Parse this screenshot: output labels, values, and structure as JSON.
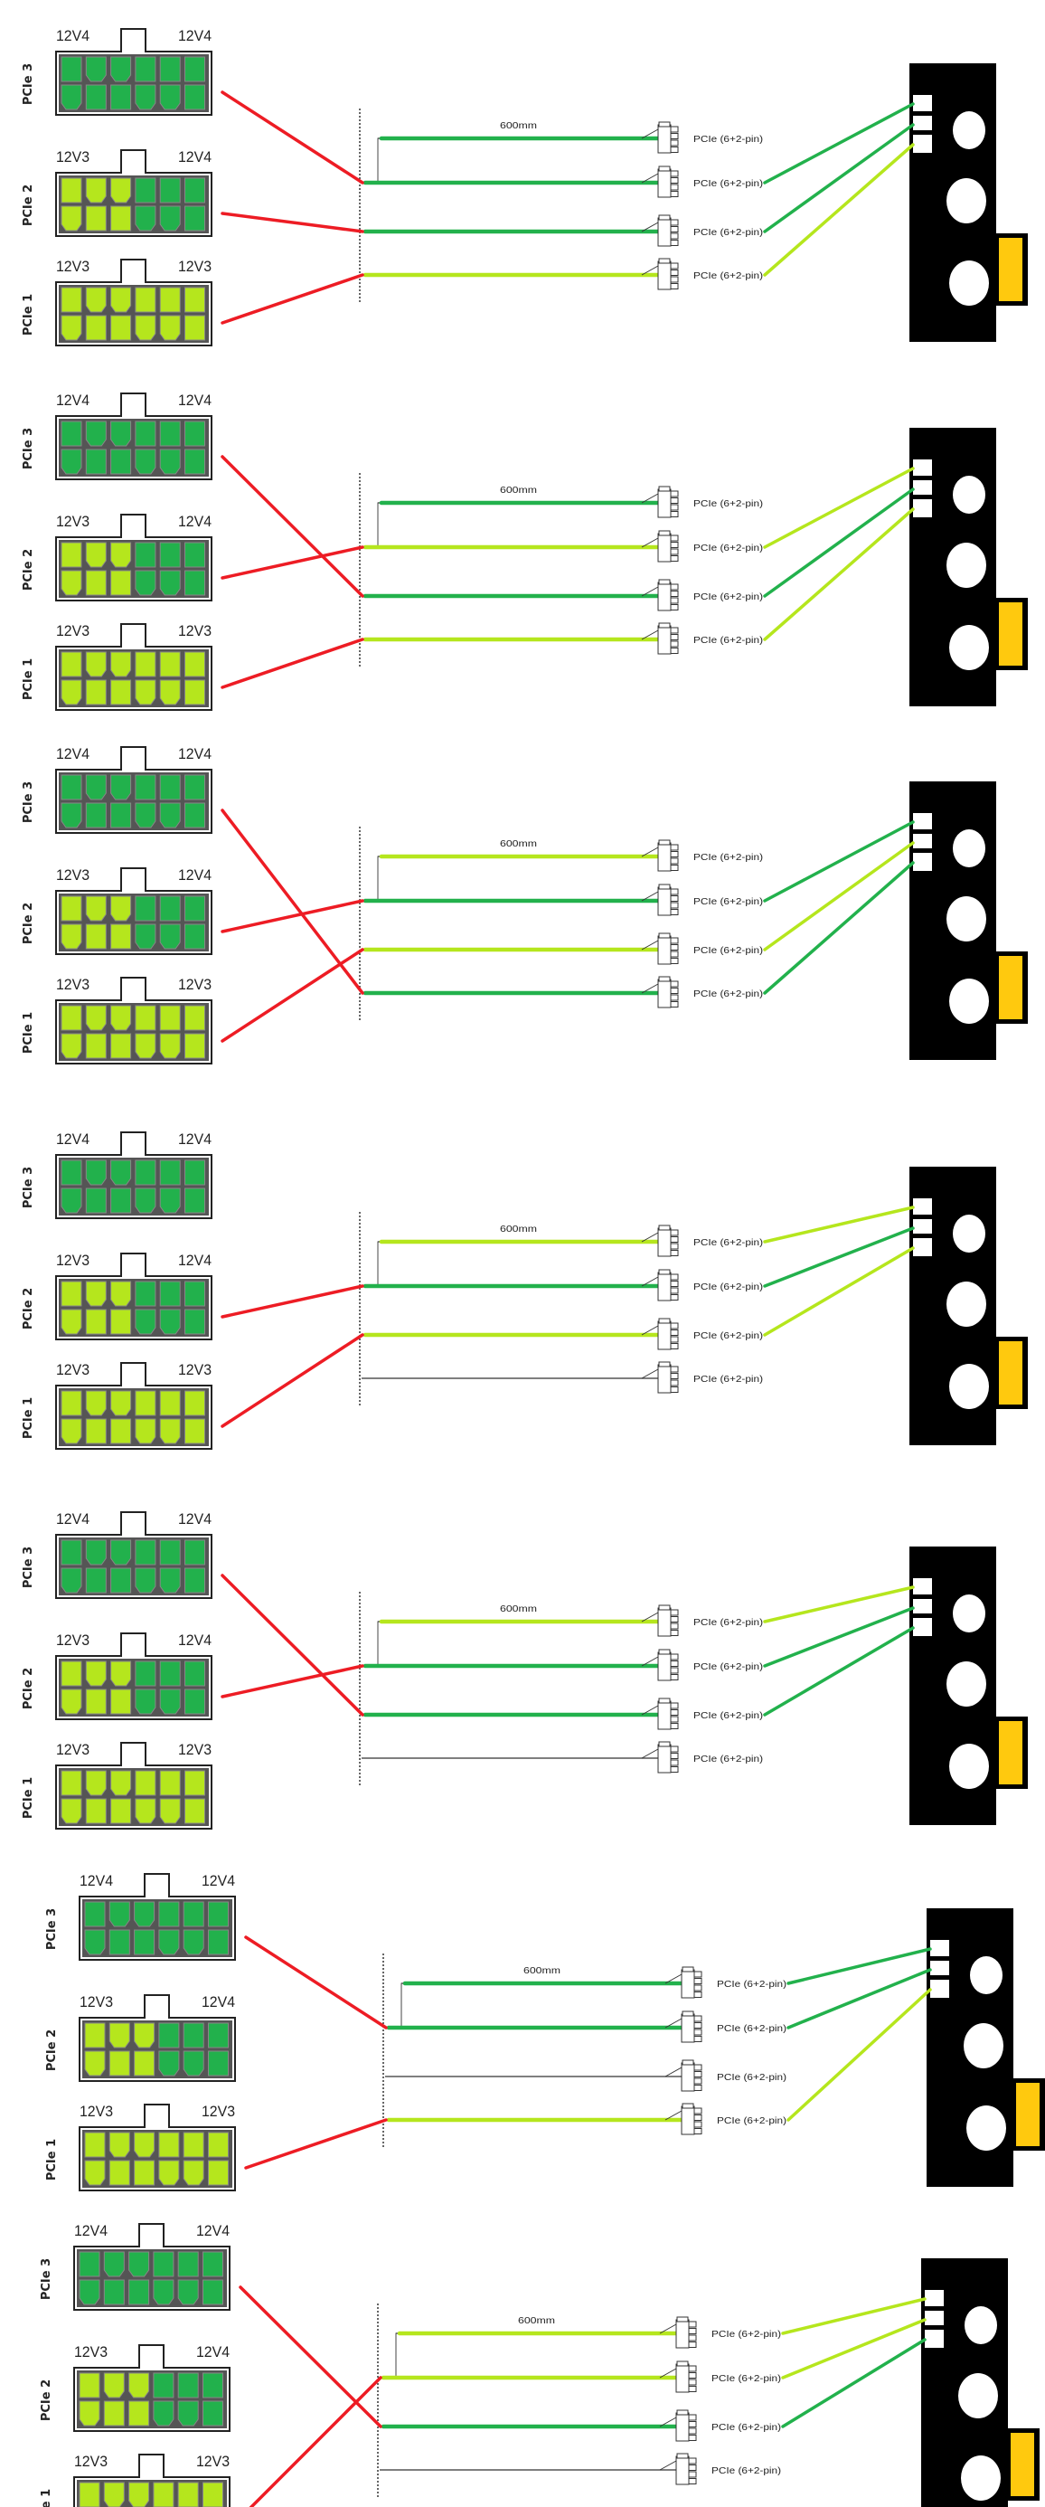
{
  "colors": {
    "dark_green": "#22b14c",
    "light_green": "#b5e61d",
    "red": "#ed1c24",
    "yellow": "#ffc90e",
    "card": "#000000",
    "wire": "#555555"
  },
  "connectors": [
    {
      "name": "PCIe 3",
      "left_label": "12V4",
      "right_label": "12V4",
      "pin_columns": [
        "dark",
        "dark",
        "dark",
        "dark",
        "dark",
        "dark"
      ]
    },
    {
      "name": "PCIe 2",
      "left_label": "12V3",
      "right_label": "12V4",
      "pin_columns": [
        "light",
        "light",
        "light",
        "dark",
        "dark",
        "dark"
      ]
    },
    {
      "name": "PCIe 1",
      "left_label": "12V3",
      "right_label": "12V3",
      "pin_columns": [
        "light",
        "light",
        "light",
        "light",
        "light",
        "light"
      ]
    }
  ],
  "cable_length_label": "600mm",
  "plug_label": "PCIe (6+2-pin)",
  "panels": [
    {
      "cables": [
        "dark",
        "dark",
        "dark",
        "light"
      ],
      "psu_links": [
        {
          "connector": 0,
          "cable": 1
        },
        {
          "connector": 1,
          "cable": 2
        },
        {
          "connector": 2,
          "cable": 3
        }
      ],
      "card_links": [
        {
          "cable": 1,
          "socket": 0,
          "color": "dark"
        },
        {
          "cable": 2,
          "socket": 1,
          "color": "dark"
        },
        {
          "cable": 3,
          "socket": 2,
          "color": "light"
        }
      ]
    },
    {
      "cables": [
        "dark",
        "light",
        "dark",
        "light"
      ],
      "psu_links": [
        {
          "connector": 0,
          "cable": 2
        },
        {
          "connector": 1,
          "cable": 1
        },
        {
          "connector": 2,
          "cable": 3
        }
      ],
      "card_links": [
        {
          "cable": 1,
          "socket": 0,
          "color": "light"
        },
        {
          "cable": 2,
          "socket": 1,
          "color": "dark"
        },
        {
          "cable": 3,
          "socket": 2,
          "color": "light"
        }
      ]
    },
    {
      "cables": [
        "light",
        "dark",
        "light",
        "dark"
      ],
      "psu_links": [
        {
          "connector": 0,
          "cable": 3
        },
        {
          "connector": 1,
          "cable": 1
        },
        {
          "connector": 2,
          "cable": 2
        }
      ],
      "card_links": [
        {
          "cable": 1,
          "socket": 0,
          "color": "dark"
        },
        {
          "cable": 2,
          "socket": 1,
          "color": "light"
        },
        {
          "cable": 3,
          "socket": 2,
          "color": "dark"
        }
      ]
    },
    {
      "cables": [
        "light",
        "dark",
        "light",
        "none"
      ],
      "psu_links": [
        {
          "connector": 1,
          "cable": 1
        },
        {
          "connector": 2,
          "cable": 2
        }
      ],
      "card_links": [
        {
          "cable": 0,
          "socket": 0,
          "color": "light"
        },
        {
          "cable": 1,
          "socket": 1,
          "color": "dark"
        },
        {
          "cable": 2,
          "socket": 2,
          "color": "light"
        }
      ]
    },
    {
      "cables": [
        "light",
        "dark",
        "dark",
        "none"
      ],
      "psu_links": [
        {
          "connector": 0,
          "cable": 2
        },
        {
          "connector": 1,
          "cable": 1
        }
      ],
      "card_links": [
        {
          "cable": 0,
          "socket": 0,
          "color": "light"
        },
        {
          "cable": 1,
          "socket": 1,
          "color": "dark"
        },
        {
          "cable": 2,
          "socket": 2,
          "color": "dark"
        }
      ]
    },
    {
      "cables": [
        "dark",
        "dark",
        "none",
        "light"
      ],
      "psu_links": [
        {
          "connector": 0,
          "cable": 1
        },
        {
          "connector": 2,
          "cable": 3
        }
      ],
      "card_links": [
        {
          "cable": 0,
          "socket": 0,
          "color": "dark"
        },
        {
          "cable": 1,
          "socket": 1,
          "color": "dark"
        },
        {
          "cable": 3,
          "socket": 2,
          "color": "light"
        }
      ]
    },
    {
      "cables": [
        "light",
        "light",
        "dark",
        "none"
      ],
      "psu_links": [
        {
          "connector": 0,
          "cable": 2
        },
        {
          "connector": 2,
          "cable": 1
        }
      ],
      "card_links": [
        {
          "cable": 0,
          "socket": 0,
          "color": "light"
        },
        {
          "cable": 1,
          "socket": 1,
          "color": "light"
        },
        {
          "cable": 2,
          "socket": 2,
          "color": "dark"
        }
      ]
    }
  ]
}
